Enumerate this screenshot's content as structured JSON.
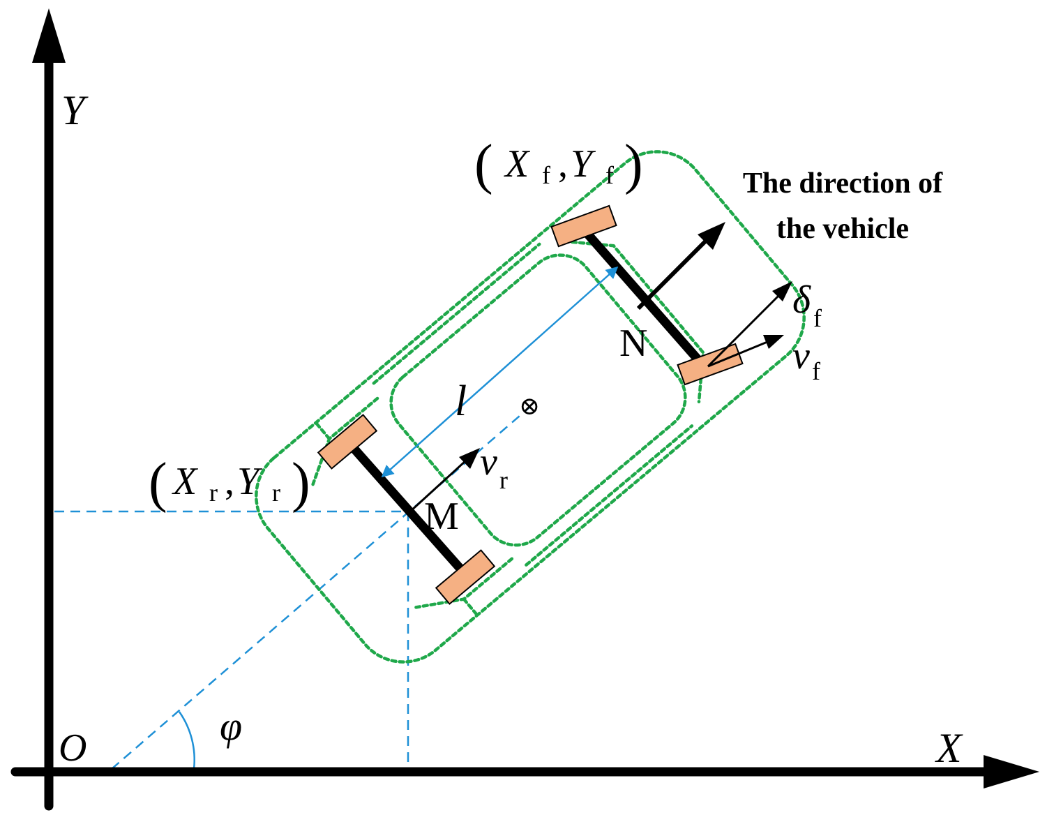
{
  "axes": {
    "y_label": "Y",
    "x_label": "X",
    "origin_label": "O"
  },
  "angle": {
    "symbol": "φ"
  },
  "points": {
    "rear_axle": "M",
    "front_axle": "N"
  },
  "front_coords": {
    "open": "(",
    "x": "X",
    "x_sub": "f",
    "comma": ",",
    "y": "Y",
    "y_sub": "f",
    "close": ")"
  },
  "rear_coords": {
    "open": "(",
    "x": "X",
    "x_sub": "r",
    "comma": ",",
    "y": "Y",
    "y_sub": "r",
    "close": ")"
  },
  "wheelbase": {
    "symbol": "l"
  },
  "rear_velocity": {
    "symbol": "v",
    "sub": "r"
  },
  "front_velocity": {
    "symbol": "v",
    "sub": "f"
  },
  "steer_angle": {
    "symbol": "δ",
    "sub": "f"
  },
  "center_mark": "⊗",
  "direction_caption": {
    "line1": "The direction of",
    "line2": "the vehicle"
  },
  "colors": {
    "axis": "#000000",
    "guide": "#1E90D6",
    "body_outline": "#1FA84A",
    "wheel_fill": "#F5B083",
    "wheel_stroke": "#000000"
  }
}
